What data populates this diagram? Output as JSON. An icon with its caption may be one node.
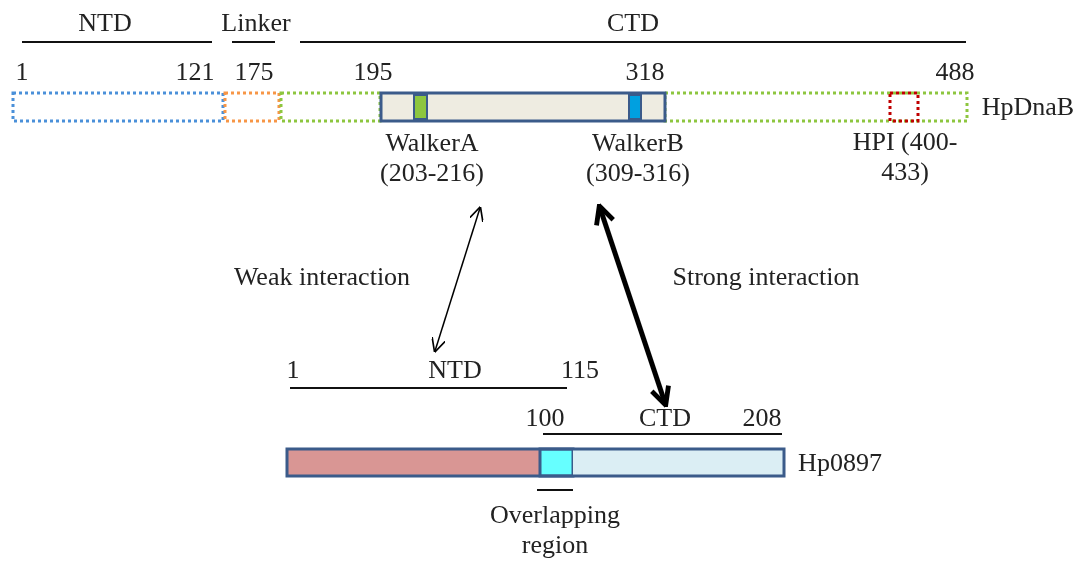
{
  "diagram": {
    "nodes": [
      {
        "text": [
          "WalkerA (203-216)"
        ]
      },
      {
        "text": [
          "WalkerB (309-316)"
        ]
      },
      {
        "text": [
          "NTD"
        ]
      },
      {
        "text": [
          "CTD"
        ]
      }
    ],
    "edges": [
      {
        "from": 0,
        "to": 2,
        "arrow": "both",
        "label": "Weak interaction"
      },
      {
        "from": 1,
        "to": 3,
        "arrow": "both",
        "label": "Strong interaction",
        "style": "thick"
      }
    ],
    "labels": [
      "NTD",
      "Linker",
      "CTD",
      "1",
      "121",
      "175",
      "195",
      "318",
      "488",
      "HpDnaB",
      "HPI (400-433)",
      "1",
      "115",
      "100",
      "208",
      "Hp0897",
      "Overlapping region"
    ]
  }
}
